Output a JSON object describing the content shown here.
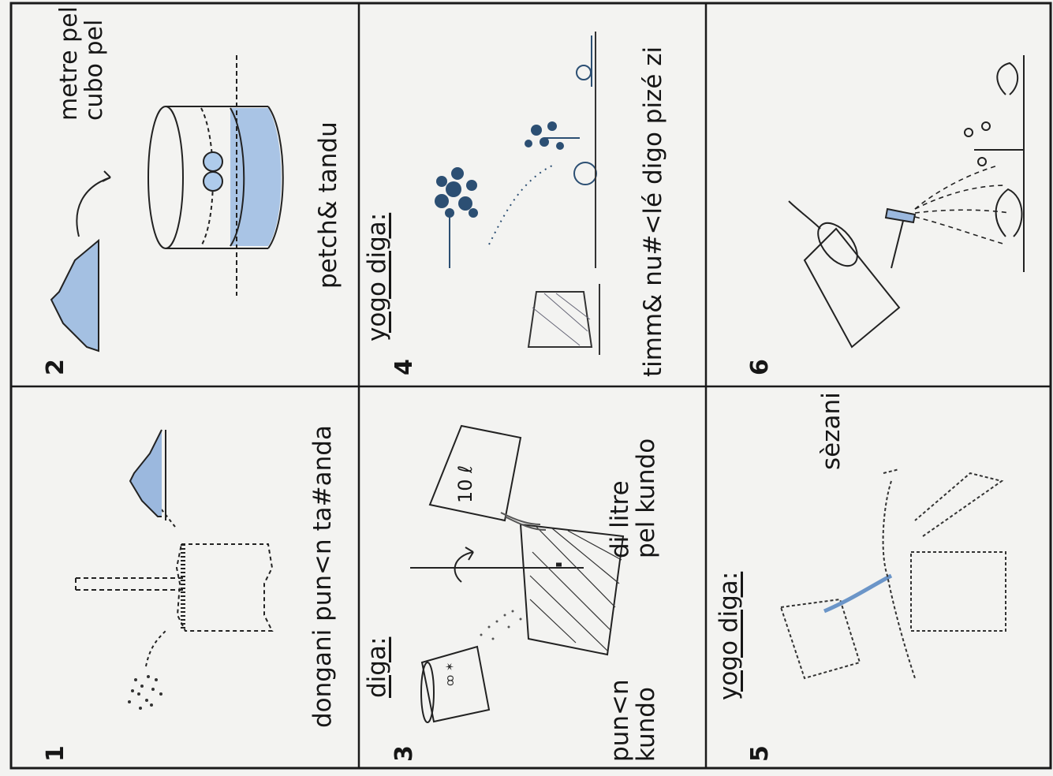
{
  "panels": [
    {
      "number": "1",
      "caption": "dongani pun<n ta#anda"
    },
    {
      "number": "2",
      "caption": "petch& tandu",
      "top_label_lines": [
        "metre pel",
        "cubo pel"
      ]
    },
    {
      "number": "3",
      "heading": "diga:",
      "caption_lines_a": [
        "pun<n",
        "kundo"
      ],
      "caption_lines_b": [
        "di litre",
        "pel kundo"
      ],
      "can_label": "10 ℓ"
    },
    {
      "number": "4",
      "heading": "yogo diga:",
      "caption": "timm& nu#<lé digo pizé zi"
    },
    {
      "number": "5",
      "heading": "yogo diga:",
      "caption": "sèzani"
    },
    {
      "number": "6"
    }
  ],
  "colors": {
    "paper": "#f3f3f1",
    "ink": "#161616",
    "water": "#8fb3dc",
    "plant": "#2c4f73"
  }
}
